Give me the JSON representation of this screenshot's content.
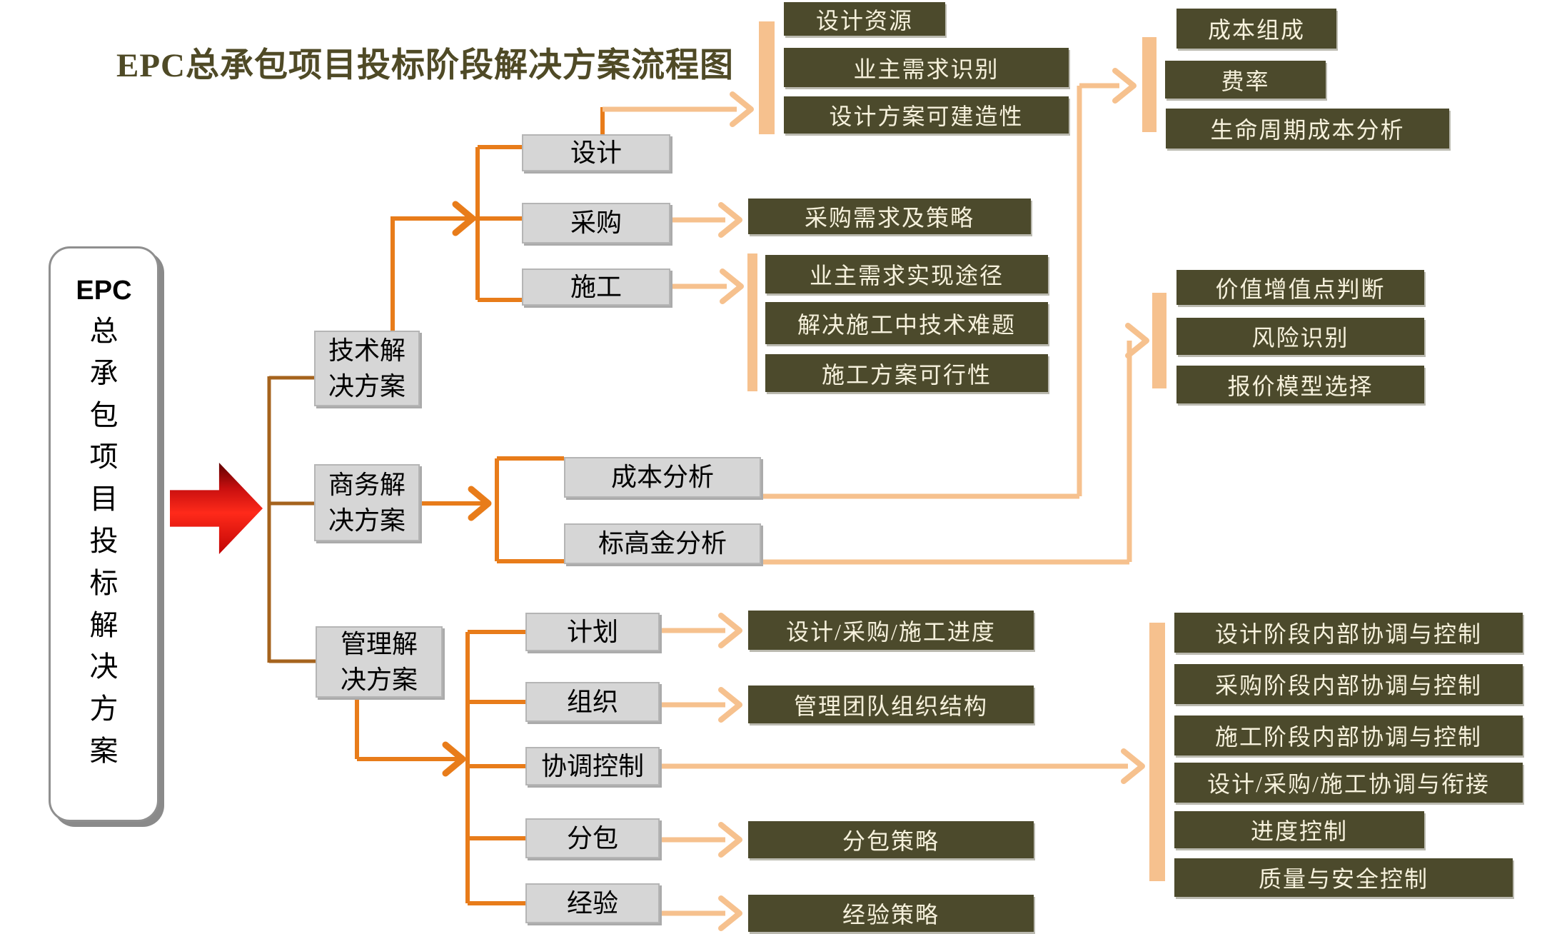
{
  "title": "EPC总承包项目投标阶段解决方案流程图",
  "root": {
    "epc": "EPC",
    "name": "总承包项目投标解决方案"
  },
  "colors": {
    "olive_box": "#4C4A2C",
    "olive_box_text": "#F6F1DC",
    "gray_box": "#D6D6D6",
    "light_orange": "#F6C18E",
    "orange": "#E87C1A",
    "brown_trunk": "#A5631D",
    "red_arrow": "#D90F0F",
    "title_text": "#4F4A26"
  },
  "boxes": {
    "tech": "技术解决方案",
    "commerce": "商务解决方案",
    "mgmt": "管理解决方案",
    "design": "设计",
    "procurement": "采购",
    "construction": "施工",
    "design_res": "设计资源",
    "owner_need_id": "业主需求识别",
    "constructability": "设计方案可建造性",
    "proc_strategy": "采购需求及策略",
    "owner_need_path": "业主需求实现途径",
    "tech_difficulty": "解决施工中技术难题",
    "constr_feasibility": "施工方案可行性",
    "cost_comp": "成本组成",
    "rate": "费率",
    "lifecycle": "生命周期成本分析",
    "cost_analysis": "成本分析",
    "markup_analysis": "标高金分析",
    "value_judge": "价值增值点判断",
    "risk_id": "风险识别",
    "quote_model": "报价模型选择",
    "plan": "计划",
    "org": "组织",
    "coord": "协调控制",
    "subcontract": "分包",
    "experience": "经验",
    "epc_progress": "设计/采购/施工进度",
    "team_structure": "管理团队组织结构",
    "coord1": "设计阶段内部协调与控制",
    "coord2": "采购阶段内部协调与控制",
    "coord3": "施工阶段内部协调与控制",
    "coord4": "设计/采购/施工协调与衔接",
    "coord5": "进度控制",
    "coord6": "质量与安全控制",
    "sub_strategy": "分包策略",
    "exp_strategy": "经验策略"
  }
}
